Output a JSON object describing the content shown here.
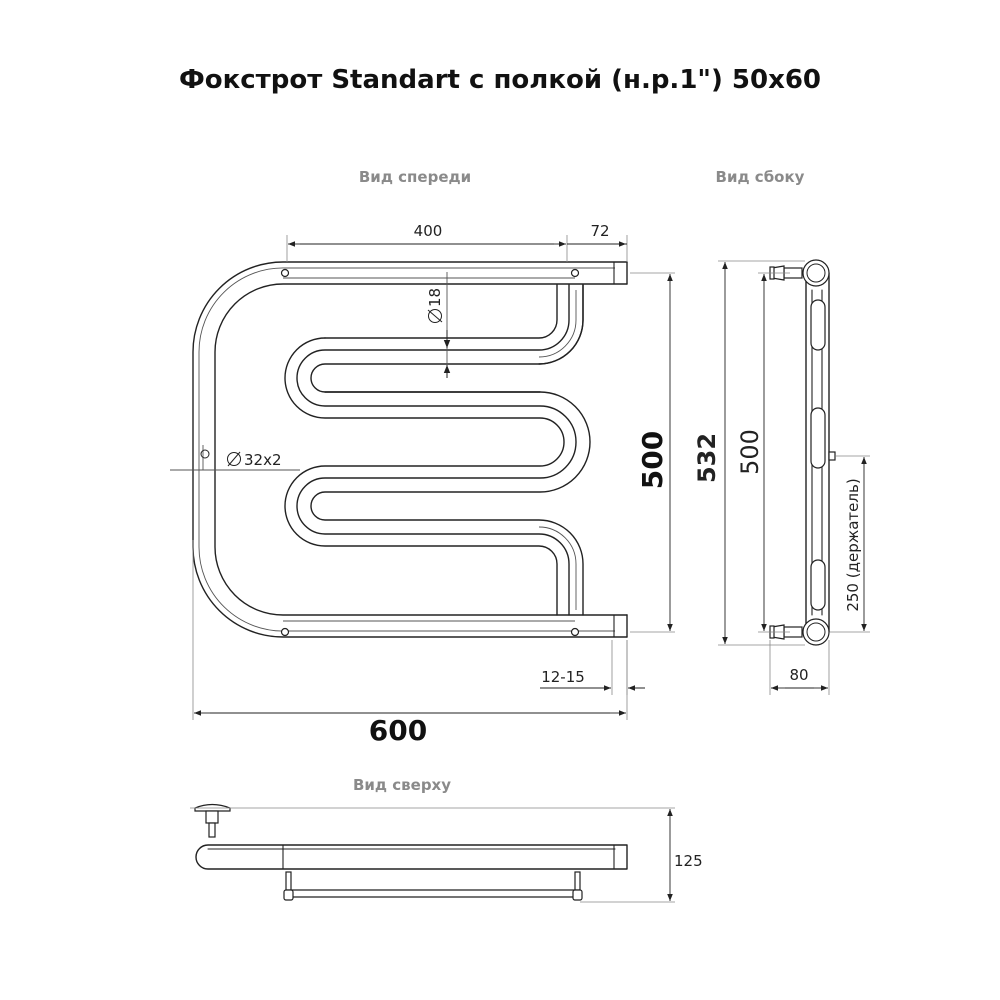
{
  "title": "Фокстрот Standart с полкой (н.р.1\") 50x60",
  "views": {
    "front": "Вид спереди",
    "side": "Вид сбоку",
    "top": "Вид сверху"
  },
  "dimensions": {
    "shelf_length": "400",
    "shelf_offset": "72",
    "pipe_diameter": "18",
    "frame_pipe": "32x2",
    "height_500": "500",
    "height_532": "532",
    "side_500": "500",
    "holder_250": "250 (держатель)",
    "gap": "12-15",
    "width": "600",
    "depth": "80",
    "top_depth": "125"
  },
  "colors": {
    "line": "#222222",
    "label": "#8a8a8a"
  }
}
